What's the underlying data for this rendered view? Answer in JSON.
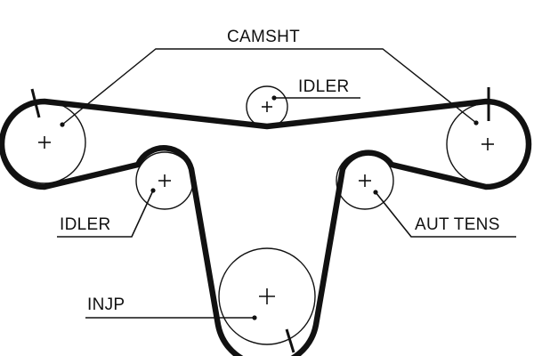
{
  "labels": {
    "camshaft": "CAMSHT",
    "idler_top": "IDLER",
    "idler_left": "IDLER",
    "auto_tensioner": "AUT TENS",
    "injection_pump": "INJP"
  }
}
